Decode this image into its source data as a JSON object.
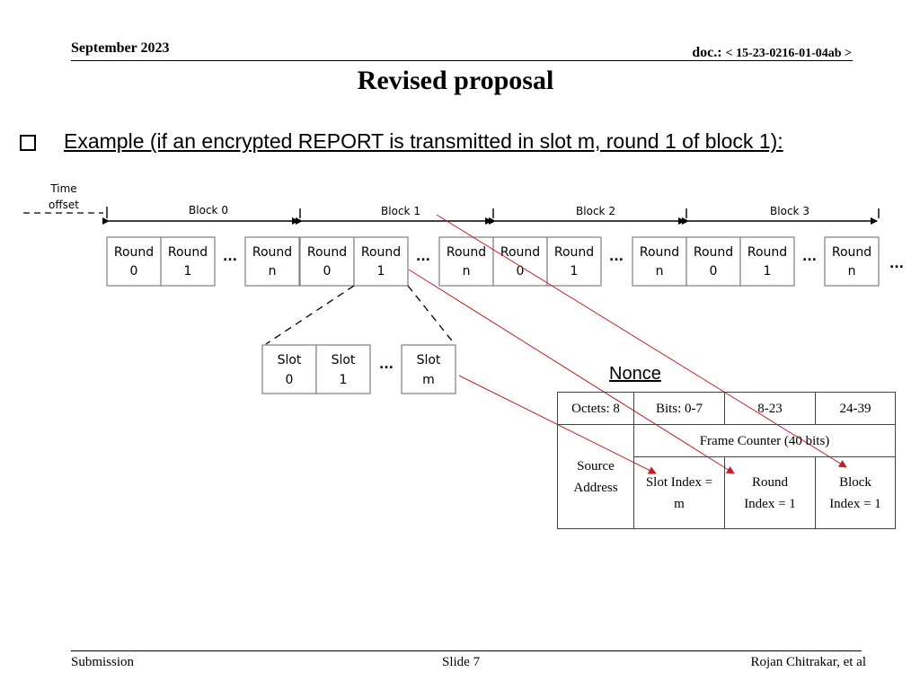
{
  "header": {
    "date": "September 2023",
    "doc_prefix": "doc.:",
    "doc_number": "< 15-23-0216-01-04ab >"
  },
  "title": "Revised proposal",
  "bullet": "Example (if an encrypted REPORT is transmitted in slot m, round 1 of block 1):",
  "timeline": {
    "time_offset_line1": "Time",
    "time_offset_line2": "offset",
    "blocks": [
      "Block 0",
      "Block 1",
      "Block 2",
      "Block 3"
    ],
    "rounds": [
      {
        "l1": "Round",
        "l2": "0"
      },
      {
        "l1": "Round",
        "l2": "1"
      },
      {
        "l1": "Round",
        "l2": "n"
      },
      {
        "l1": "Round",
        "l2": "0"
      },
      {
        "l1": "Round",
        "l2": "1"
      },
      {
        "l1": "Round",
        "l2": "n"
      },
      {
        "l1": "Round",
        "l2": "0"
      },
      {
        "l1": "Round",
        "l2": "1"
      },
      {
        "l1": "Round",
        "l2": "n"
      },
      {
        "l1": "Round",
        "l2": "0"
      },
      {
        "l1": "Round",
        "l2": "1"
      },
      {
        "l1": "Round",
        "l2": "n"
      }
    ],
    "ellipsis": "..."
  },
  "slots": [
    {
      "l1": "Slot",
      "l2": "0"
    },
    {
      "l1": "Slot",
      "l2": "1"
    },
    {
      "l1": "Slot",
      "l2": "m"
    }
  ],
  "nonce": {
    "title": "Nonce",
    "octets": "Octets: 8",
    "bits_0_7": "Bits: 0-7",
    "bits_8_23": "8-23",
    "bits_24_39": "24-39",
    "frame_counter": "Frame Counter (40 bits)",
    "source_address_l1": "Source",
    "source_address_l2": "Address",
    "slot_index_l1": "Slot Index =",
    "slot_index_l2": "m",
    "round_index_l1": "Round",
    "round_index_l2": "Index = 1",
    "block_index_l1": "Block",
    "block_index_l2": "Index = 1"
  },
  "colors": {
    "arrow": "#c0202a",
    "box_border": "#7f7f7f"
  },
  "footer": {
    "left": "Submission",
    "center": "Slide 7",
    "right": "Rojan Chitrakar, et al"
  }
}
